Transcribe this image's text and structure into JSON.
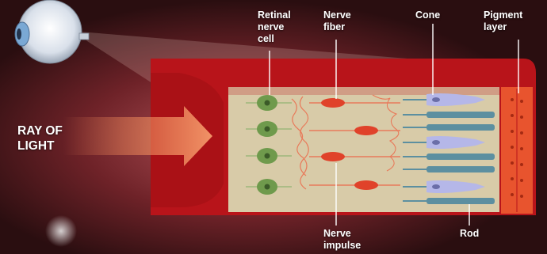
{
  "labels": {
    "retinal_nerve_cell": "Retinal\nnerve\ncell",
    "nerve_fiber": "Nerve\nfiber",
    "cone": "Cone",
    "pigment_layer": "Pigment\nlayer",
    "ray_of_light": "RAY OF\nLIGHT",
    "nerve_impulse": "Nerve\nimpulse",
    "rod": "Rod"
  },
  "colors": {
    "background_dark": "#2a0e10",
    "background_glow": "#b6545a",
    "retina_wall": "#b8141a",
    "retina_interior": "#d8cba8",
    "light_ray": "#f08a5a",
    "nerve_cell": "#6f9a4c",
    "nerve_fiber": "#e0422a",
    "cone": "#b5b7e8",
    "rod": "#5c8fa0",
    "pigment": "#e8542e",
    "label_text": "#ffffff"
  },
  "icons": [
    "eyeball-icon"
  ]
}
